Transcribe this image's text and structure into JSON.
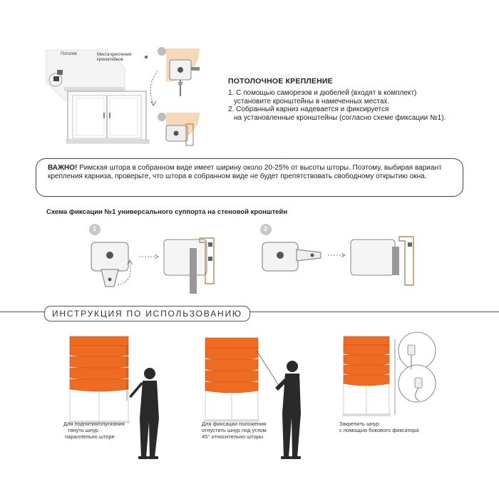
{
  "ceiling": {
    "label_ceiling": "Потолок",
    "label_mounts": "Места крепления кронштейнов",
    "step1_num": "1",
    "step2_num": "2",
    "title": "ПОТОЛОЧНОЕ КРЕПЛЕНИЕ",
    "instructions": [
      "1. С помощью саморезов и дюбелей (входят в комплект)",
      "установите кронштейны в намеченных местах.",
      "2. Собранный карниз надевается и фиксируется",
      "на установленные кронштейны (согласно схеме фиксации №1)."
    ]
  },
  "warning": {
    "bold": "ВАЖНО!",
    "text": " Римская штора в собранном виде имеет ширину около 20-25% от высоты шторы. Поэтому, выбирая вариант крепления карниза, проверьте, что штора в собранном виде не будет препятствовать свободному открытию окна."
  },
  "scheme": {
    "title": "Схема фиксации №1 универсального суппорта на стеновой кронштейн",
    "step1_num": "1",
    "step2_num": "2"
  },
  "usage": {
    "section_title": "ИНСТРУКЦИЯ ПО ИСПОЛЬЗОВАНИЮ",
    "captions": [
      [
        "Для поднятия/опускания",
        "тянуть шнур",
        "параллельно шторе"
      ],
      [
        "Для фиксации положения",
        "отпустить шнур под углом",
        "45° относительно шторы"
      ],
      [
        "Закрепить шнур",
        "с помощью бокового фиксатора"
      ]
    ]
  },
  "colors": {
    "curtain": "#ee6b22",
    "curtain_dark": "#c9531a",
    "accent_peach": "#f6d9b8",
    "silhouette": "#2a2a2a",
    "step_circle": "#bdbdbd",
    "arrow": "#888888"
  }
}
